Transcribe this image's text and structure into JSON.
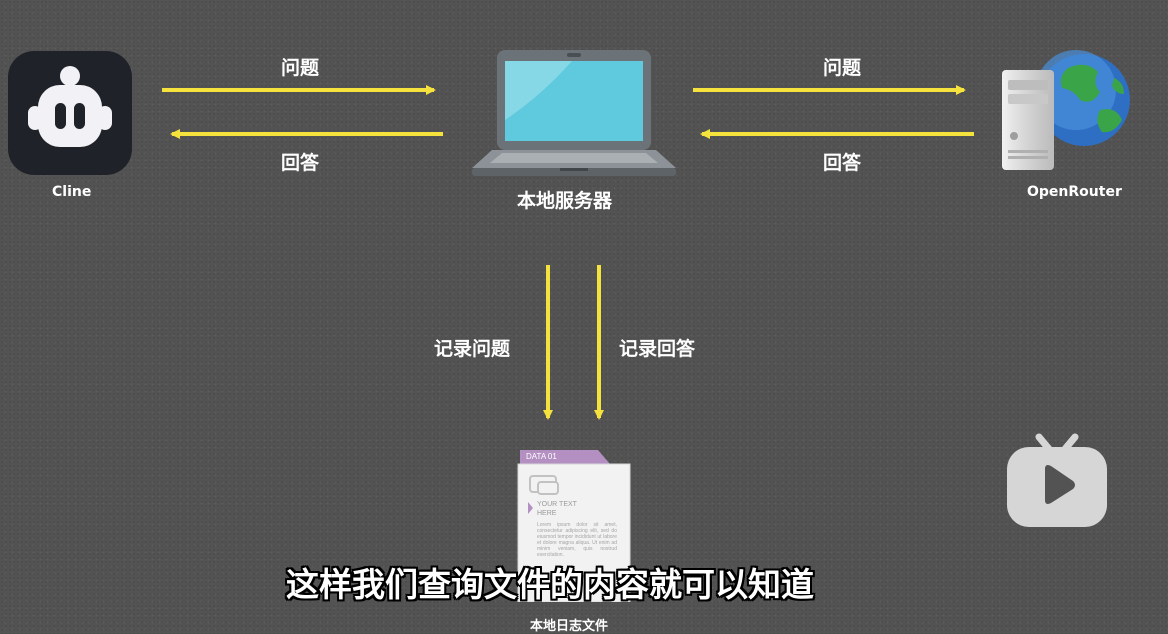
{
  "nodes": {
    "cline": "Cline",
    "local_server": "本地服务器",
    "openrouter": "OpenRouter",
    "log_file": "本地日志文件"
  },
  "arrows": {
    "left_question": "问题",
    "left_answer": "回答",
    "right_question": "问题",
    "right_answer": "回答",
    "record_question": "记录问题",
    "record_answer": "记录回答"
  },
  "log_doc": {
    "tab": "DATA 01",
    "heading_line1": "YOUR TEXT",
    "heading_line2": "HERE",
    "body": "Lorem ipsum dolor sit amet, consectetur adipiscing elit, sed do eiusmod tempor incididunt ut labore et dolore magna aliqua. Ut enim ad minim veniam, quis nostrud exercitation."
  },
  "subtitle": "这样我们查询文件的内容就可以知道",
  "colors": {
    "arrow": "#f5e23c",
    "background": "#535353",
    "laptop_screen": "#5fc9dd",
    "doc_accent": "#b48fc2"
  },
  "icons": {
    "cline": "robot-face-icon",
    "server": "laptop-icon",
    "openrouter": "server-globe-icon",
    "log": "document-icon",
    "watermark": "tv-play-icon"
  }
}
